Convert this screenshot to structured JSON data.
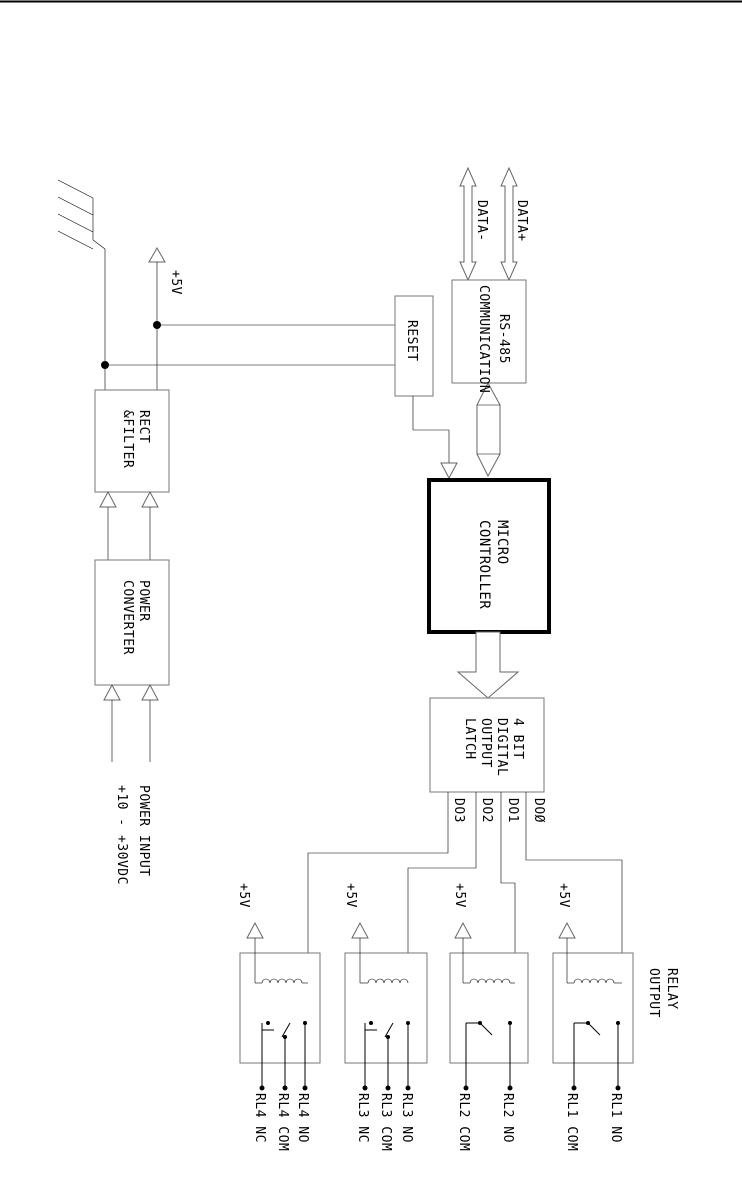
{
  "labels": {
    "data_minus": "DATA-",
    "data_plus": "DATA+",
    "rs485": "RS-485",
    "communication": "COMMUNICATION",
    "reset": "RESET",
    "plus5v": "+5V",
    "rect": "RECT",
    "filter": "&FILTER",
    "micro": "MICRO",
    "controller": "CONTROLLER",
    "power": "POWER",
    "converter": "CONVERTER",
    "power_input": "POWER INPUT",
    "power_range": "+10 - +30VDC",
    "latch_1": "4 BIT",
    "latch_2": "DIGITAL",
    "latch_3": "OUTPUT",
    "latch_4": "LATCH",
    "do3": "DO3",
    "do2": "DO2",
    "do1": "DO1",
    "do0": "DOØ",
    "relay": "RELAY",
    "output": "OUTPUT",
    "rl4_nc": "RL4 NC",
    "rl4_com": "RL4 COM",
    "rl4_no": "RL4 NO",
    "rl3_nc": "RL3 NC",
    "rl3_com": "RL3 COM",
    "rl3_no": "RL3 NO",
    "rl2_com": "RL2 COM",
    "rl2_no": "RL2 NO",
    "rl1_com": "RL1 COM",
    "rl1_no": "RL1 NO"
  }
}
